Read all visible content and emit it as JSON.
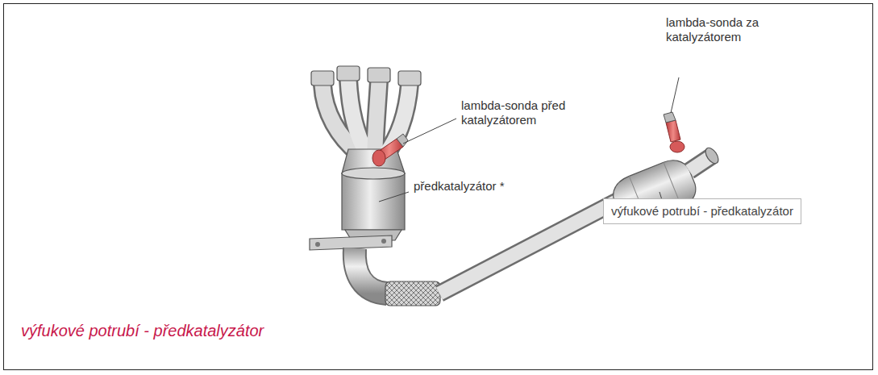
{
  "diagram": {
    "caption": "výfukové potrubí - předkatalyzátor",
    "nodes": [
      {
        "text": [
          "výfukové potrubí - předkatalyzátor"
        ]
      }
    ],
    "labels": [
      "lambda-sonda za katalyzátorem",
      "lambda-sonda před katalyzátorem",
      "předkatalyzátor *"
    ]
  }
}
